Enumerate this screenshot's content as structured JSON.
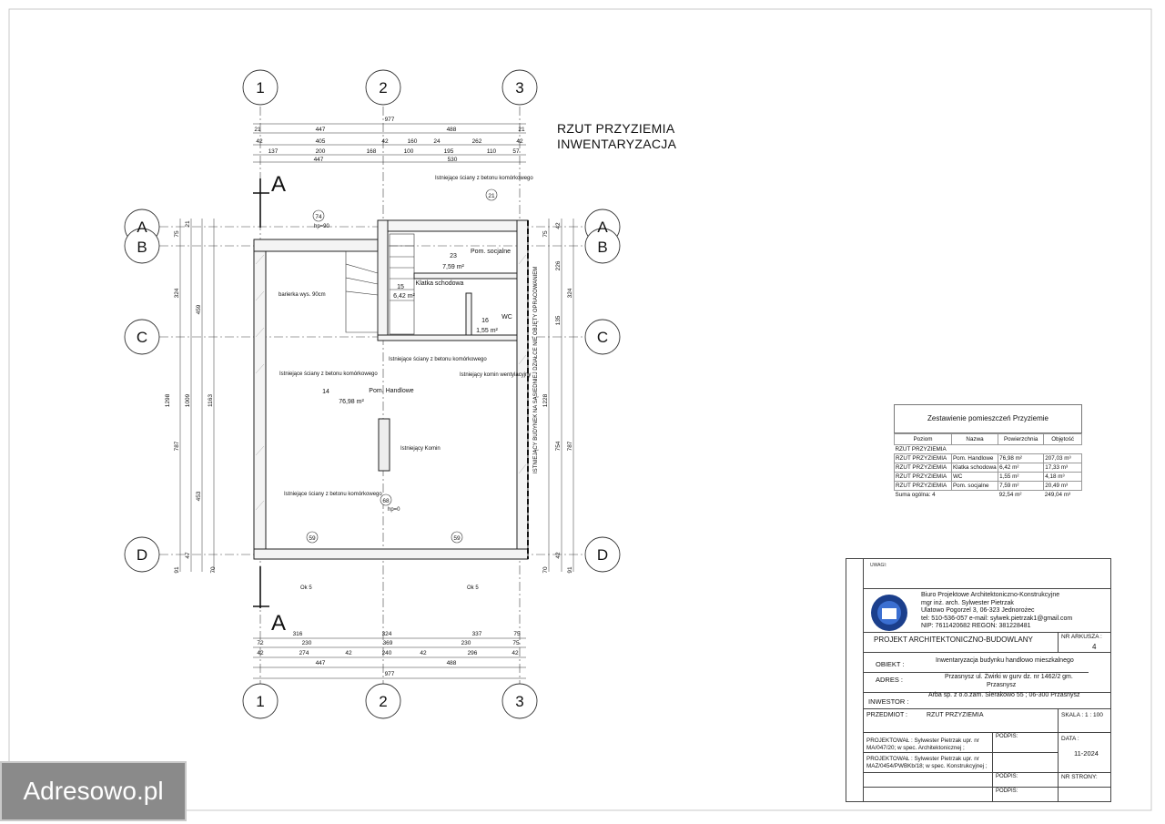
{
  "plan": {
    "title_line1": "RZUT PRZYZIEMIA",
    "title_line2": "INWENTARYZACJA",
    "axes_vertical": [
      "1",
      "2",
      "3"
    ],
    "axes_horizontal": [
      "A",
      "B",
      "C",
      "D"
    ],
    "section_mark": "A",
    "dims_top": {
      "overall": "977",
      "row1": [
        "21",
        "447",
        "488",
        "21"
      ],
      "row2": [
        "42",
        "405",
        "42",
        "160",
        "24",
        "262",
        "42"
      ],
      "row3": [
        "137",
        "200",
        "168",
        "100",
        "195",
        "110",
        "57"
      ],
      "row4": [
        "447",
        "530"
      ]
    },
    "dims_bottom": {
      "row1": [
        "316",
        "324",
        "337",
        "75"
      ],
      "row2": [
        "72",
        "230",
        "369",
        "230",
        "75"
      ],
      "row3": [
        "42",
        "274",
        "42",
        "240",
        "42",
        "296",
        "42"
      ],
      "row4": [
        "447",
        "488"
      ],
      "overall": "977"
    },
    "dims_left": [
      "75",
      "21",
      "324",
      "459",
      "1298",
      "1009",
      "1163",
      "787",
      "453",
      "91",
      "47",
      "70"
    ],
    "dims_right": [
      "42",
      "75",
      "226",
      "324",
      "135",
      "1228",
      "787",
      "754",
      "42",
      "70",
      "91"
    ],
    "rooms": [
      {
        "no": "14",
        "name": "Pom. Handlowe",
        "area": "76,98 m²"
      },
      {
        "no": "15",
        "name": "Klatka schodowa",
        "area": "6,42 m²"
      },
      {
        "no": "16",
        "name": "WC",
        "area": "1,55 m²"
      },
      {
        "no": "23",
        "name": "Pom. socjalne",
        "area": "7,59 m²"
      }
    ],
    "annotations": {
      "walls_top": "Istniejące ściany z betonu komórkowego",
      "walls_left": "Istniejące ściany z betonu komórkowego",
      "walls_mid": "Istniejące ściany z betonu komórkowego",
      "walls_bottom": "Istniejące ściany z betonu komórkowego",
      "chimney_vent": "Istniejący komin wentylacyjny",
      "chimney": "Istniejący Komin",
      "railing": "barierka wys. 90cm",
      "neighbour": "ISTNIEJĄCY BUDYNEK NA SĄSIEDNIEJ DZIAŁCE NIE OBJĘTY OPRACOWANIEM",
      "window_74": "74",
      "window_21": "21",
      "door_68": "68",
      "door_59": "59",
      "ok5": "Ok 5",
      "hp90": "hp=90",
      "hp0": "hp=0"
    }
  },
  "summary": {
    "title": "Zestawienie pomieszczeń Przyziemie",
    "headers": [
      "Poziom",
      "Nazwa",
      "Powierzchnia",
      "Objętość"
    ],
    "group": "RZUT PRZYZIEMIA",
    "rows": [
      [
        "RZUT PRZYZIEMIA",
        "Pom. Handlowe",
        "76,98 m²",
        "207,03 m³"
      ],
      [
        "RZUT PRZYZIEMIA",
        "Klatka schodowa",
        "6,42 m²",
        "17,33 m³"
      ],
      [
        "RZUT PRZYZIEMIA",
        "WC",
        "1,55 m²",
        "4,18 m³"
      ],
      [
        "RZUT PRZYZIEMIA",
        "Pom. socjalne",
        "7,59 m²",
        "20,49 m³"
      ]
    ],
    "total_label": "Suma ogólna: 4",
    "total_area": "92,54 m²",
    "total_volume": "249,04 m³"
  },
  "title_block": {
    "notes_title": "UWAGI:",
    "office_line1": "Biuro Projektowe Architektoniczno-Konstrukcyjne",
    "office_line2": "mgr inż. arch. Sylwester Pietrzak",
    "office_line3": "Ulatowo Pogorzel 3, 06-323 Jednorożec",
    "office_line4": "tel: 510-536-057 e-mail: sylwek.pietrzak1@gmail.com",
    "office_line5": "NIP: 7611420682 REGON: 381228481",
    "project_type": "PROJEKT ARCHITEKTONICZNO-BUDOWLANY",
    "sheet_label": "NR ARKUSZA :",
    "sheet_no": "4",
    "obiekt_label": "OBIEKT :",
    "obiekt": "Inwentaryzacja budynku handlowo mieszkalnego",
    "adres_label": "ADRES :",
    "adres_line1": "Przasnysz ul. Żwirki w gurv dz. nr 1462/2 gm.",
    "adres_line2": "Przasnysz",
    "inwestor_label": "INWESTOR :",
    "inwestor": "Arba sp. z o.o.zam. Sierakowo 55 ; 06-300 Przasnysz",
    "przedmiot_label": "PRZEDMIOT :",
    "przedmiot": "RZUT PRZYZIEMIA",
    "skala_label": "SKALA :",
    "skala": "1 : 100",
    "proj1": "PROJEKTOWAŁ : Sylwester Pietrzak upr. nr MA/047/20; w spec. Architektonicznej ;",
    "proj2": "PROJEKTOWAŁ : Sylwester Pietrzak upr. nr MAZ/0454/PWBKb/18; w spec. Konstrukcyjnej ;",
    "podpis": "PODPIS:",
    "data_label": "DATA :",
    "data": "11-2024",
    "nr_strony": "NR STRONY:"
  },
  "watermark": "Adresowo.pl"
}
